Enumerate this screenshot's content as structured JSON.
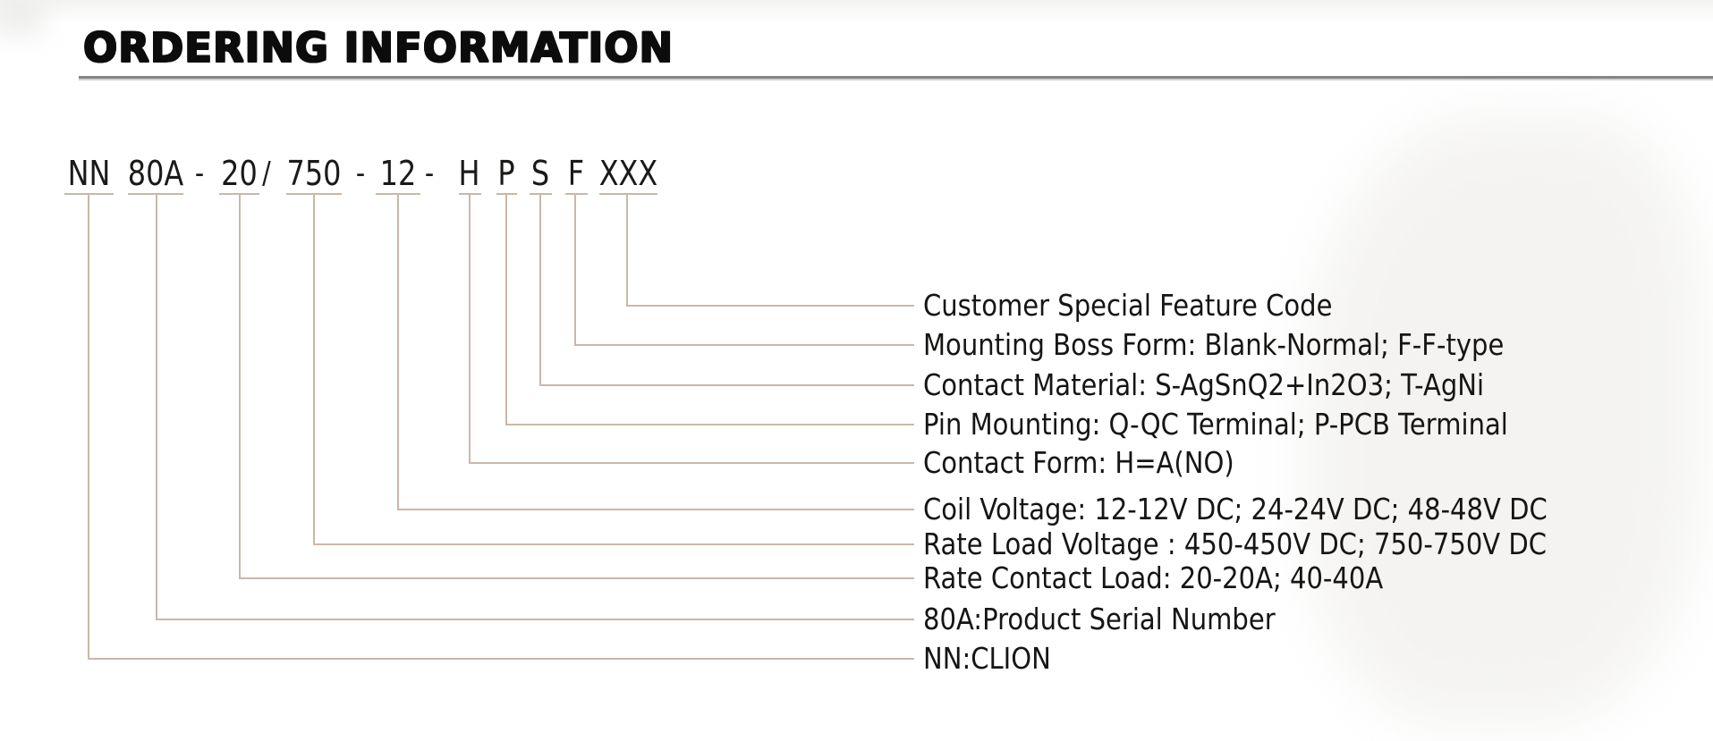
{
  "page": {
    "title": "ORDERING INFORMATION"
  },
  "part_code": {
    "full": "NN 80A - 20 / 750 - 12 - H P S F XXX",
    "segments": [
      "NN",
      "80A",
      "20",
      "750",
      "12",
      "H",
      "P",
      "S",
      "F",
      "XXX"
    ],
    "separators": [
      "-",
      "/",
      "-",
      "-"
    ]
  },
  "legend": {
    "items": [
      "Customer Special Feature Code",
      "Mounting Boss Form: Blank-Normal; F-F-type",
      "Contact Material: S-AgSnQ2+In2O3; T-AgNi",
      "Pin Mounting: Q-QC Terminal; P-PCB Terminal",
      "Contact Form: H=A(NO)",
      "Coil Voltage: 12-12V DC; 24-24V DC; 48-48V DC",
      "Rate Load Voltage : 450-450V DC; 750-750V DC",
      "Rate Contact Load: 20-20A; 40-40A",
      "80A:Product Serial Number",
      "NN:CLION"
    ]
  },
  "colors": {
    "connector_line": "#c9b8a7",
    "text": "#1b1a19",
    "title_rule": "#858585",
    "background": "#ffffff"
  }
}
